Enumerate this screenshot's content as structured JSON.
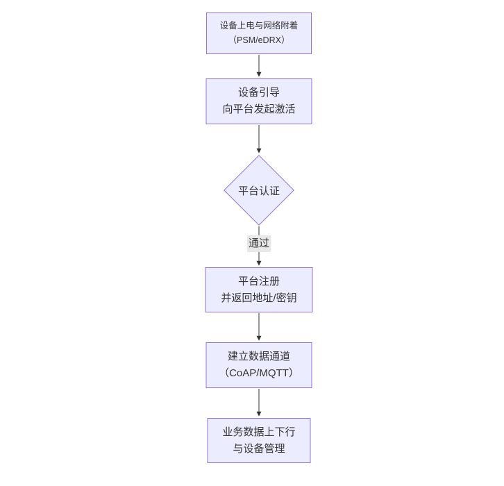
{
  "canvas": {
    "background": "#ffffff"
  },
  "theme": {
    "node_fill": "#ECECFF",
    "node_border": "#9370DB",
    "text_color": "#333333",
    "arrow_color": "#333333",
    "edge_label_bg": "#e8e8e8"
  },
  "flowchart": {
    "direction": "top-down",
    "nodes": [
      {
        "id": "power-attach",
        "shape": "rect",
        "lines": [
          "设备上电与网络附着",
          "（PSM/eDRX）"
        ]
      },
      {
        "id": "bootstrap",
        "shape": "rect",
        "lines": [
          "设备引导",
          "向平台发起激活"
        ]
      },
      {
        "id": "platform-auth",
        "shape": "diamond",
        "lines": [
          "平台认证"
        ]
      },
      {
        "id": "platform-register",
        "shape": "rect",
        "lines": [
          "平台注册",
          "并返回地址/密钥"
        ]
      },
      {
        "id": "data-channel",
        "shape": "rect",
        "lines": [
          "建立数据通道",
          "（CoAP/MQTT）"
        ]
      },
      {
        "id": "business-data",
        "shape": "rect",
        "lines": [
          "业务数据上下行",
          "与设备管理"
        ]
      }
    ],
    "edges": [
      {
        "from": "power-attach",
        "to": "bootstrap",
        "label": ""
      },
      {
        "from": "bootstrap",
        "to": "platform-auth",
        "label": ""
      },
      {
        "from": "platform-auth",
        "to": "platform-register",
        "label": "通过"
      },
      {
        "from": "platform-register",
        "to": "data-channel",
        "label": ""
      },
      {
        "from": "data-channel",
        "to": "business-data",
        "label": ""
      }
    ]
  }
}
